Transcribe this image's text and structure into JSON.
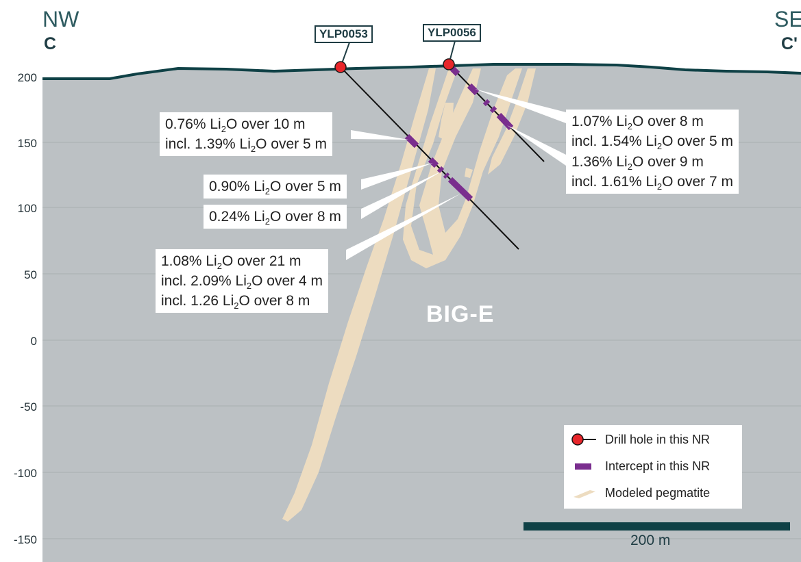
{
  "section": {
    "left_direction": "NW",
    "left_letter": "C",
    "right_direction": "SE",
    "right_letter": "C'"
  },
  "y_axis": {
    "ticks": [
      "200",
      "150",
      "100",
      "50",
      "0",
      "-50",
      "-100",
      "-150"
    ]
  },
  "drill_holes": [
    {
      "id": "YLP0053"
    },
    {
      "id": "YLP0056"
    }
  ],
  "intercepts": {
    "c1": {
      "l1_a": "0.76% Li",
      "l1_b": "O over 10 m",
      "l2_a": "incl. 1.39% Li",
      "l2_b": "O over 5 m"
    },
    "c2": {
      "l1_a": "0.90% Li",
      "l1_b": "O over 5 m"
    },
    "c3": {
      "l1_a": "0.24% Li",
      "l1_b": "O over 8 m"
    },
    "c4": {
      "l1_a": "1.08% Li",
      "l1_b": "O over 21 m",
      "l2_a": "incl. 2.09% Li",
      "l2_b": "O over 4 m",
      "l3_a": "incl. 1.26 Li",
      "l3_b": "O over 8 m"
    },
    "c5": {
      "l1_a": "1.07% Li",
      "l1_b": "O over 8 m",
      "l2_a": "incl. 1.54% Li",
      "l2_b": "O over 5 m"
    },
    "c6": {
      "l1_a": "1.36% Li",
      "l1_b": "O over 9 m",
      "l2_a": "incl. 1.61% Li",
      "l2_b": "O over 7 m"
    },
    "subscript": "2"
  },
  "body_label": "BIG-E",
  "legend": {
    "drill_hole": "Drill hole in this NR",
    "intercept": "Intercept in this NR",
    "pegmatite": "Modeled pegmatite"
  },
  "scale_bar": {
    "label": "200 m"
  },
  "colors": {
    "rock": "#bcc1c4",
    "topography": "#0f4146",
    "pegmatite": "#eddcc0",
    "drill_collar": "#e8262b",
    "intercept": "#7a2e8e",
    "gridline": "#a9aeb1"
  }
}
